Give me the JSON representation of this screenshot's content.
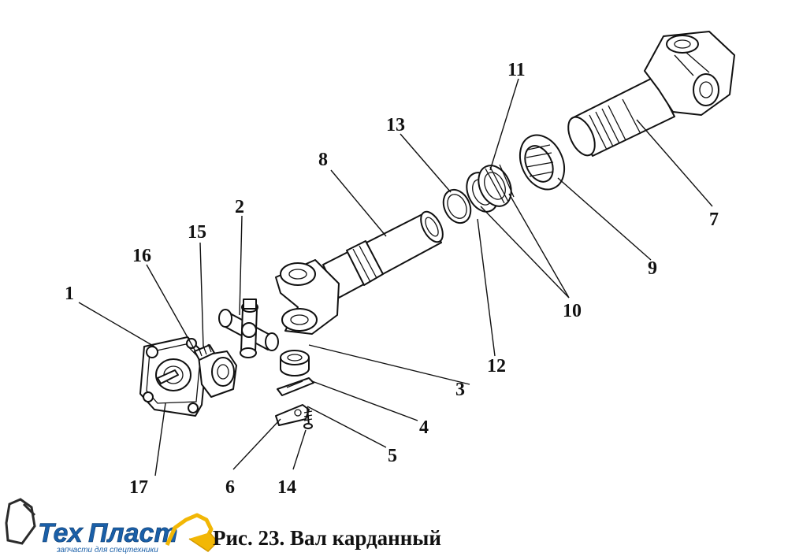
{
  "caption": "Рис. 23. Вал карданный",
  "logo": {
    "name_part1": "Тех",
    "name_part2": "Пласт",
    "tagline": "запчасти для спецтехники",
    "color_primary": "#1a5fa8",
    "color_accent": "#f2b705"
  },
  "callouts": {
    "n1": "1",
    "n2": "2",
    "n3": "3",
    "n4": "4",
    "n5": "5",
    "n6": "6",
    "n7": "7",
    "n8": "8",
    "n9": "9",
    "n10": "10",
    "n11": "11",
    "n12": "12",
    "n13": "13",
    "n14": "14",
    "n15": "15",
    "n16": "16",
    "n17": "17"
  }
}
